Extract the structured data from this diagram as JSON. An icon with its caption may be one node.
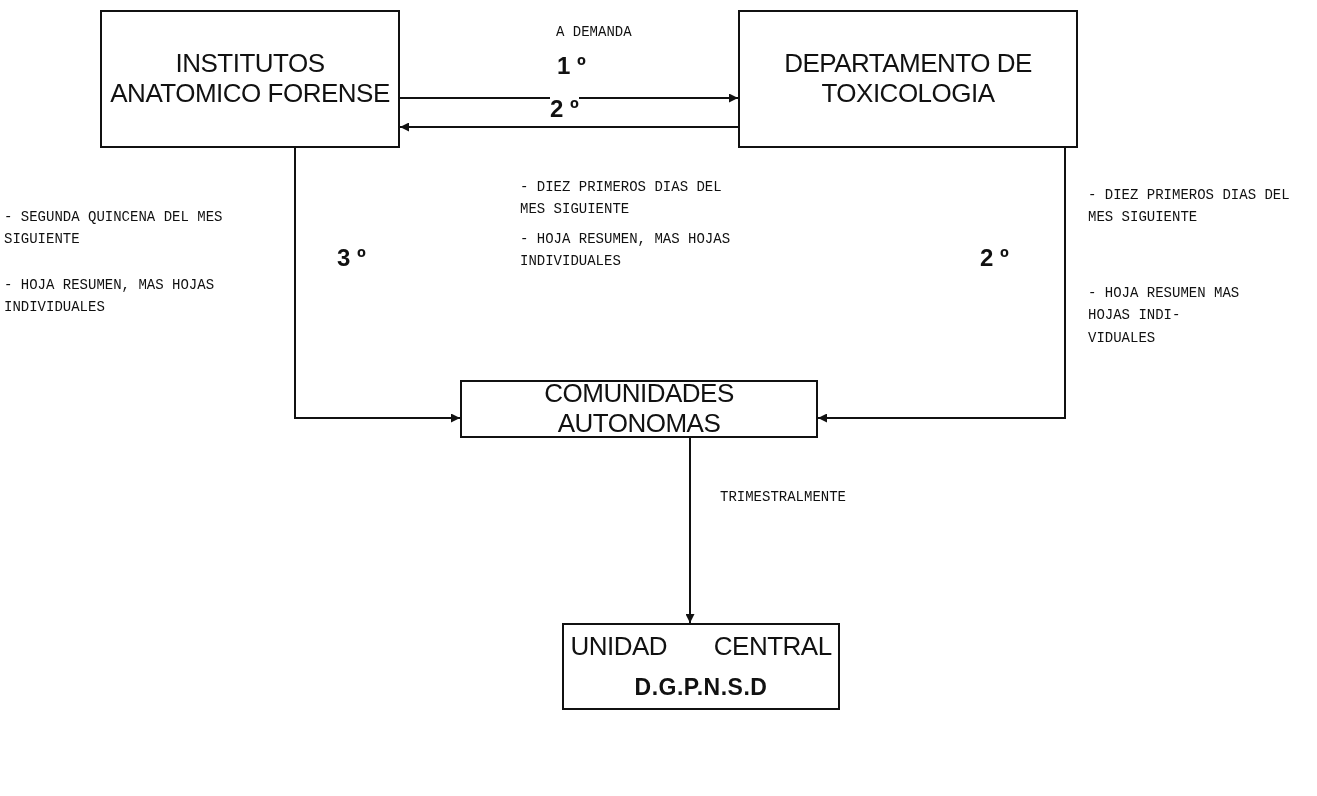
{
  "diagram": {
    "nodes": [
      {
        "text": [
          "INSTITUTOS ANATOMICO FORENSE"
        ]
      },
      {
        "text": [
          "DEPARTAMENTO DE TOXICOLOGIA"
        ]
      },
      {
        "text": [
          "COMUNIDADES AUTONOMAS"
        ]
      },
      {
        "text": [
          "UNIDAD CENTRAL",
          "D.G.P.N.S.D"
        ]
      }
    ],
    "edges": [
      {
        "from": 0,
        "to": 1,
        "arrow": "to",
        "label": "A DEMANDA"
      },
      {
        "from": 1,
        "to": 0,
        "arrow": "to",
        "label": "2 º"
      },
      {
        "from": 0,
        "to": 2,
        "arrow": "to",
        "label": "3 º"
      },
      {
        "from": 1,
        "to": 2,
        "arrow": "to",
        "label": "2 º"
      },
      {
        "from": 2,
        "to": 3,
        "arrow": "to",
        "label": "TRIMESTRALMENTE"
      }
    ],
    "labels": [
      "1 º",
      "- SEGUNDA QUINCENA DEL MES SIGUIENTE",
      "- HOJA RESUMEN, MAS HOJAS INDIVIDUALES",
      "- DIEZ PRIMEROS DIAS DEL MES SIGUIENTE",
      "- HOJA RESUMEN, MAS HOJAS INDIVIDUALES",
      "- DIEZ PRIMEROS DIAS DEL MES SIGUIENTE",
      "- HOJA RESUMEN MAS HOJAS INDI- VIDUALES"
    ]
  }
}
